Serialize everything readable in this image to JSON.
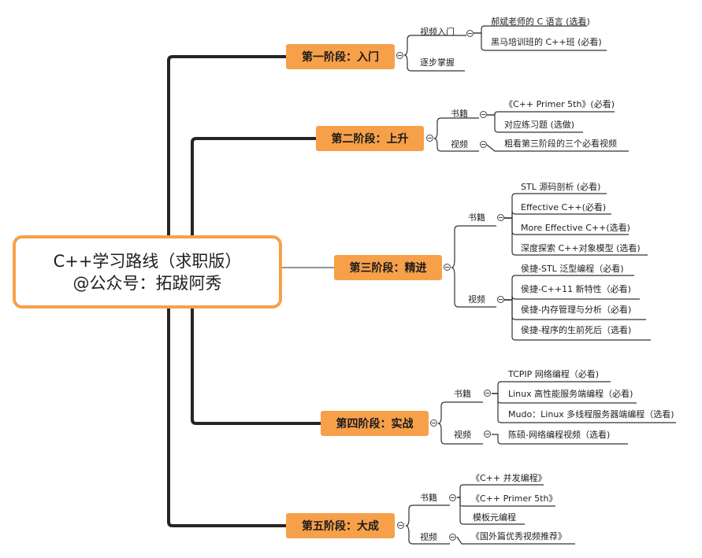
{
  "root": {
    "line1": "C++学习路线（求职版）",
    "line2": "@公众号：拓跋阿秀"
  },
  "stages": [
    {
      "label": "第一阶段：入门",
      "groups": [
        {
          "label": "视频入门",
          "leaves": [
            "郝斌老师的 C 语言 (选看)",
            "黑马培训班的 C++班 (必看)"
          ]
        },
        {
          "label": "逐步掌握",
          "leaves": []
        }
      ]
    },
    {
      "label": "第二阶段：上升",
      "groups": [
        {
          "label": "书籍",
          "leaves": [
            "《C++ Primer 5th》(必看)",
            "对应练习题 (选做)"
          ]
        },
        {
          "label": "视频",
          "leaves": [
            "粗看第三阶段的三个必看视频"
          ]
        }
      ]
    },
    {
      "label": "第三阶段：精进",
      "groups": [
        {
          "label": "书籍",
          "leaves": [
            "STL 源码剖析 (必看)",
            "Effective C++(必看)",
            "More Effective C++(选看)",
            "深度探索 C++对象模型 (选看)"
          ]
        },
        {
          "label": "视频",
          "leaves": [
            "侯捷-STL 泛型编程（必看)",
            "侯捷-C++11 新特性（必看)",
            "侯捷-内存管理与分析（必看)",
            "侯捷-程序的生前死后（选看)"
          ]
        }
      ]
    },
    {
      "label": "第四阶段：实战",
      "groups": [
        {
          "label": "书籍",
          "leaves": [
            "TCPIP 网络编程（必看)",
            "Linux 高性能服务端编程（必看)",
            "Mudo：Linux 多线程服务器端编程（选看)"
          ]
        },
        {
          "label": "视频",
          "leaves": [
            "陈硕-网络编程视频（选看)"
          ]
        }
      ]
    },
    {
      "label": "第五阶段：大成",
      "groups": [
        {
          "label": "书籍",
          "leaves": [
            "《C++ 并发编程》",
            "《C++ Primer 5th》",
            "模板元编程"
          ]
        },
        {
          "label": "视频",
          "leaves": [
            "《国外篇优秀视频推荐》"
          ]
        }
      ]
    }
  ],
  "colors": {
    "accent": "#f7a04a",
    "trunk": "#2a2325",
    "line": "#333333"
  }
}
